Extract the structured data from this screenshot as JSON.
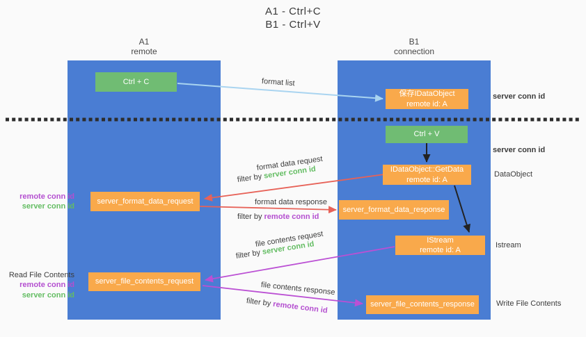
{
  "title": {
    "line1": "A1 - Ctrl+C",
    "line2": "B1 - Ctrl+V"
  },
  "lifelines": {
    "a1": {
      "name": "A1",
      "role": "remote"
    },
    "b1": {
      "name": "B1",
      "role": "connection"
    }
  },
  "nodes": {
    "ctrl_c": {
      "label": "Ctrl + C"
    },
    "ctrl_v": {
      "label": "Ctrl + V"
    },
    "save_dataobject": {
      "line1": "保存IDataObject",
      "line2": "remote id: A"
    },
    "getdata": {
      "line1": "IDataObject::GetData",
      "line2": "remote id: A"
    },
    "istream": {
      "line1": "IStream",
      "line2": "remote id: A"
    },
    "format_request": {
      "label": "server_format_data_request"
    },
    "format_response": {
      "label": "server_format_data_response"
    },
    "file_request": {
      "label": "server_file_contents_request"
    },
    "file_response": {
      "label": "server_file_contents_response"
    }
  },
  "arrow_labels": {
    "format_list": "format list",
    "format_data_request": "format data request",
    "format_data_response": "format data response",
    "file_contents_request": "file contents request",
    "file_contents_response": "file contents response",
    "filter_by": "filter by",
    "server_conn_id": "server conn id",
    "remote_conn_id": "remote conn id"
  },
  "side_labels": {
    "left_format": {
      "remote": "remote conn id",
      "server": "server conn id"
    },
    "left_file": {
      "title": "Read File Contents",
      "remote": "remote conn id",
      "server": "server conn id"
    },
    "right_save": "server conn id",
    "right_paste": "server conn id",
    "right_dataobject": "DataObject",
    "right_istream": "Istream",
    "right_write": "Write File Contents"
  },
  "colors": {
    "lifeline_blue": "#4a7dd3",
    "action_green": "#70bc73",
    "message_orange": "#f9a94b",
    "arrow_red": "#e76258",
    "arrow_magenta": "#bb50d4",
    "arrow_lightblue": "#a9d4f0",
    "arrow_black": "#222222",
    "server_conn_green": "#64bd63",
    "remote_conn_purple": "#b44fd0",
    "divider_dark": "#2d2d2d"
  }
}
